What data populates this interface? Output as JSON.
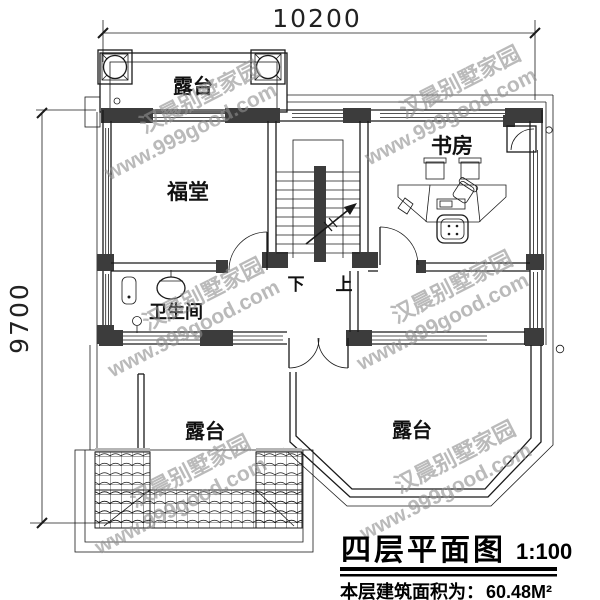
{
  "drawing": {
    "dim_top": "10200",
    "dim_left": "9700",
    "rooms": {
      "terrace_top": "露台",
      "hall": "福堂",
      "study": "书房",
      "bathroom": "卫生间",
      "terrace_bottom_left": "露台",
      "terrace_bottom_right": "露台"
    },
    "stairs": {
      "down": "下",
      "up": "上"
    },
    "watermark": {
      "line1": "汉晨别墅家园",
      "line2": "www.999good.com"
    },
    "title_block": {
      "title": "四层平面图",
      "scale": "1:100",
      "area_label": "本层建筑面积为：",
      "area_value": "60.48M²"
    }
  },
  "colors": {
    "ink": "#1a1a1a",
    "wall_fill": "#3c3c3c",
    "watermark": "#8f8f8f",
    "tile_cap": "#b5b5b5"
  }
}
